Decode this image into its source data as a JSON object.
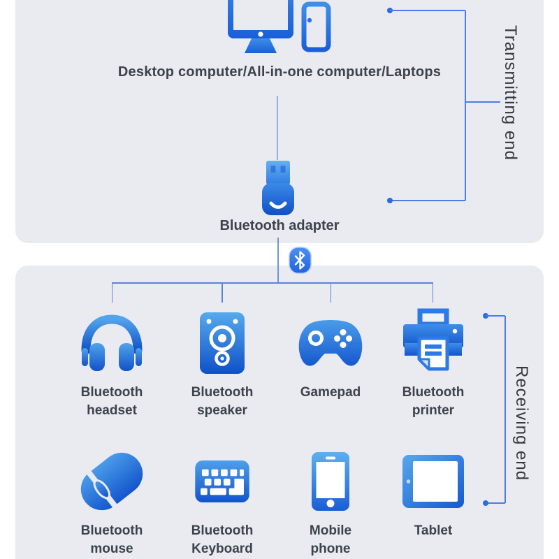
{
  "transmitting_panel": {
    "devices_label": "Desktop computer/All-in-one computer/Laptops",
    "adapter_label": "Bluetooth adapter",
    "side_label": "Transmitting end"
  },
  "receiving_panel": {
    "side_label": "Receiving end",
    "devices": [
      {
        "icon": "headset-icon",
        "label": "Bluetooth headset"
      },
      {
        "icon": "speaker-icon",
        "label": "Bluetooth speaker"
      },
      {
        "icon": "gamepad-icon",
        "label": "Gamepad"
      },
      {
        "icon": "printer-icon",
        "label": "Bluetooth printer"
      },
      {
        "icon": "mouse-icon",
        "label": "Bluetooth mouse"
      },
      {
        "icon": "keyboard-icon",
        "label": "Bluetooth Keyboard"
      },
      {
        "icon": "phone-icon",
        "label": "Mobile phone"
      },
      {
        "icon": "tablet-icon",
        "label": "Tablet"
      }
    ]
  },
  "colors": {
    "panel_bg": "#e9ebf0",
    "icon_gradient_light": "#51a3ea",
    "icon_gradient_dark": "#1152c9",
    "accent_blue": "#2d7ae6",
    "tree_line": "#5b84d8",
    "bracket_line": "#4c7de2",
    "bracket_dot": "#2b6be4",
    "text": "#3d424c"
  }
}
